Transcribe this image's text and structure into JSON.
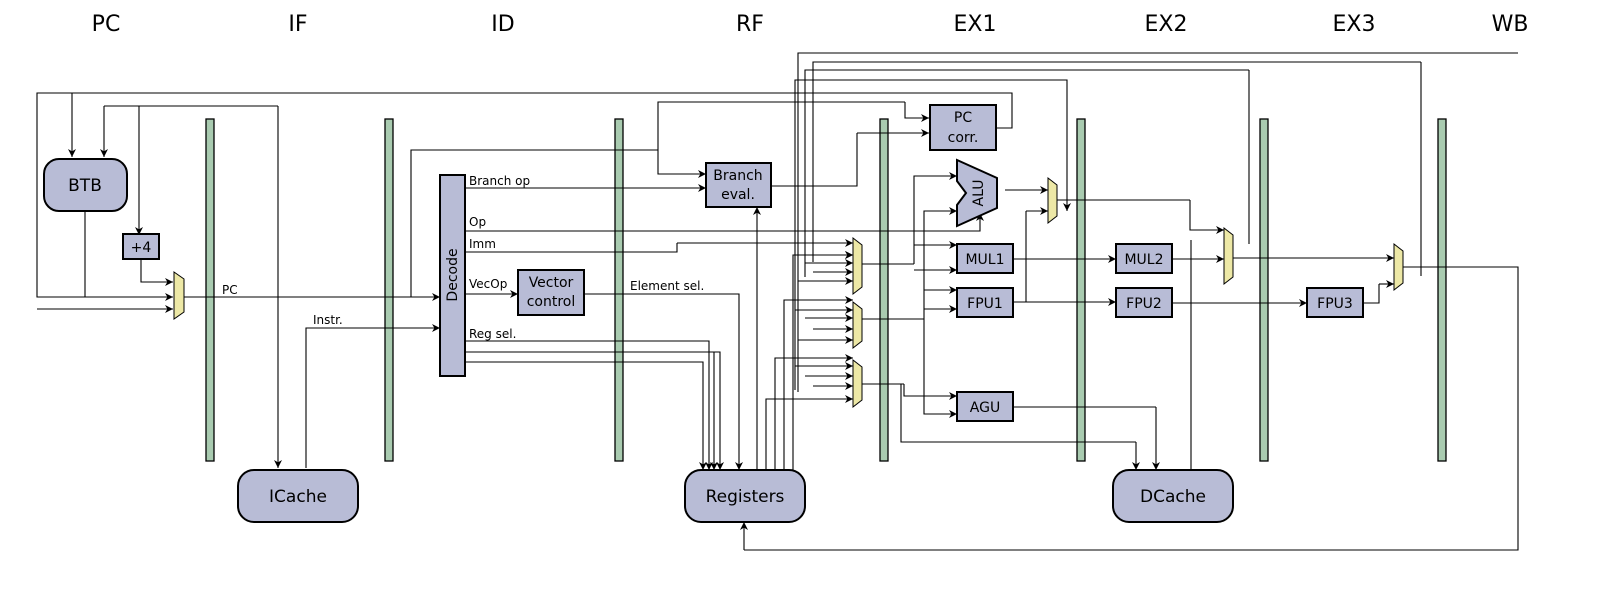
{
  "stages": [
    "PC",
    "IF",
    "ID",
    "RF",
    "EX1",
    "EX2",
    "EX3",
    "WB"
  ],
  "blocks": {
    "btb": "BTB",
    "plus4": "+4",
    "icache": "ICache",
    "decode": "Decode",
    "vector_control": [
      "Vector",
      "control"
    ],
    "branch_eval": [
      "Branch",
      "eval."
    ],
    "pc_corr": [
      "PC",
      "corr."
    ],
    "registers": "Registers",
    "alu": "ALU",
    "mul1": "MUL1",
    "mul2": "MUL2",
    "fpu1": "FPU1",
    "fpu2": "FPU2",
    "fpu3": "FPU3",
    "agu": "AGU",
    "dcache": "DCache"
  },
  "signals": {
    "pc": "PC",
    "instr": "Instr.",
    "branch_op": "Branch op",
    "op": "Op",
    "imm": "Imm",
    "vecop": "VecOp",
    "element_sel": "Element sel.",
    "reg_sel": "Reg sel."
  }
}
